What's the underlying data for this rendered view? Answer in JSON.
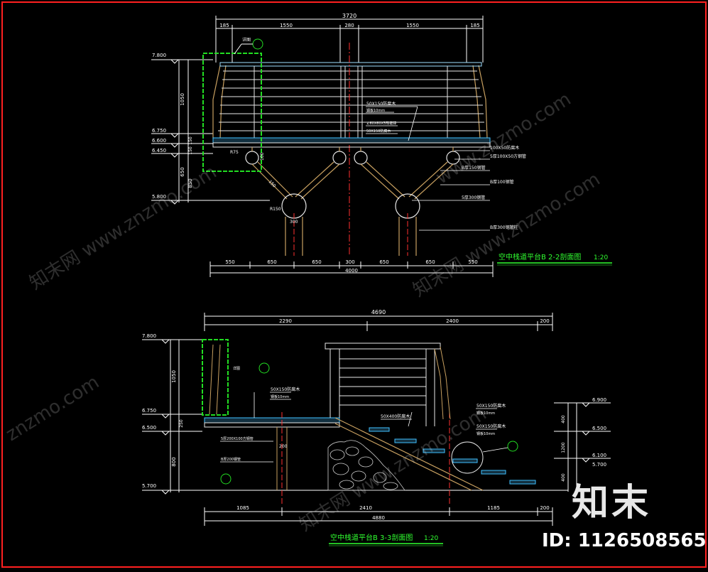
{
  "colors": {
    "background": "#000000",
    "border": "#ff2020",
    "dimension": "#ffffff",
    "timber": "#e8e8e8",
    "steel": "#c8a060",
    "accent_green": "#22dd22",
    "axis_red": "#ff3030",
    "label_text": "#ffffff",
    "title_green": "#30ff30"
  },
  "section_2_2": {
    "title": "空中栈道平台B  2-2剖面图",
    "scale": "1:20",
    "top_dims": {
      "total": "3720",
      "parts": [
        "185",
        "1550",
        "280",
        "1550",
        "185"
      ]
    },
    "bottom_dims": {
      "total": "4000",
      "parts": [
        "550",
        "650",
        "650",
        "300",
        "650",
        "650",
        "550"
      ]
    },
    "left_levels": [
      "7.800",
      "6.750",
      "6.600",
      "6.450",
      "5.800"
    ],
    "left_dims": [
      "1050",
      "150",
      "150",
      "650",
      "850"
    ],
    "labels": [
      "50X150防腐木",
      "钢板10mm",
      "∠60X60X5热镀锌",
      "50X150防腐木",
      "100X50防腐木",
      "5厚100X50方钢管",
      "B厚150钢管",
      "B厚100钢管",
      "5厚300钢管",
      "B厚300钢管柱"
    ],
    "detail_callout": "详图",
    "small_dims": [
      "R75",
      "100",
      "150",
      "R150",
      "300"
    ]
  },
  "section_3_3": {
    "title": "空中栈道平台B  3-3剖面图",
    "scale": "1:20",
    "top_dims": {
      "total": "4690",
      "parts": [
        "2290",
        "2400",
        "200"
      ]
    },
    "bottom_dims": {
      "total": "4880",
      "parts": [
        "1085",
        "2410",
        "1185",
        "200"
      ]
    },
    "left_levels": [
      "7.800",
      "6.750",
      "6.500",
      "5.700"
    ],
    "left_dims": [
      "1050",
      "250",
      "800"
    ],
    "right_levels": [
      "6.900",
      "6.500",
      "6.100",
      "5.700"
    ],
    "right_dims": [
      "400",
      "1200",
      "400"
    ],
    "labels": [
      "50X150防腐木",
      "钢板10mm",
      "50X400防腐木",
      "50X150防腐木",
      "钢板10mm",
      "50X150防腐木",
      "钢板10mm",
      "5厚200X100方钢管",
      "B厚200钢管",
      "200"
    ],
    "detail_callout": "详图"
  },
  "logo": {
    "text": "知末",
    "id_label": "ID: 1126508565"
  },
  "watermarks": [
    "知末网 www.znzmo.com",
    "知末网 www.znzmo.com",
    "znzmo.com",
    "www.znzmo.com",
    "知末网 www.znzmo.com"
  ]
}
